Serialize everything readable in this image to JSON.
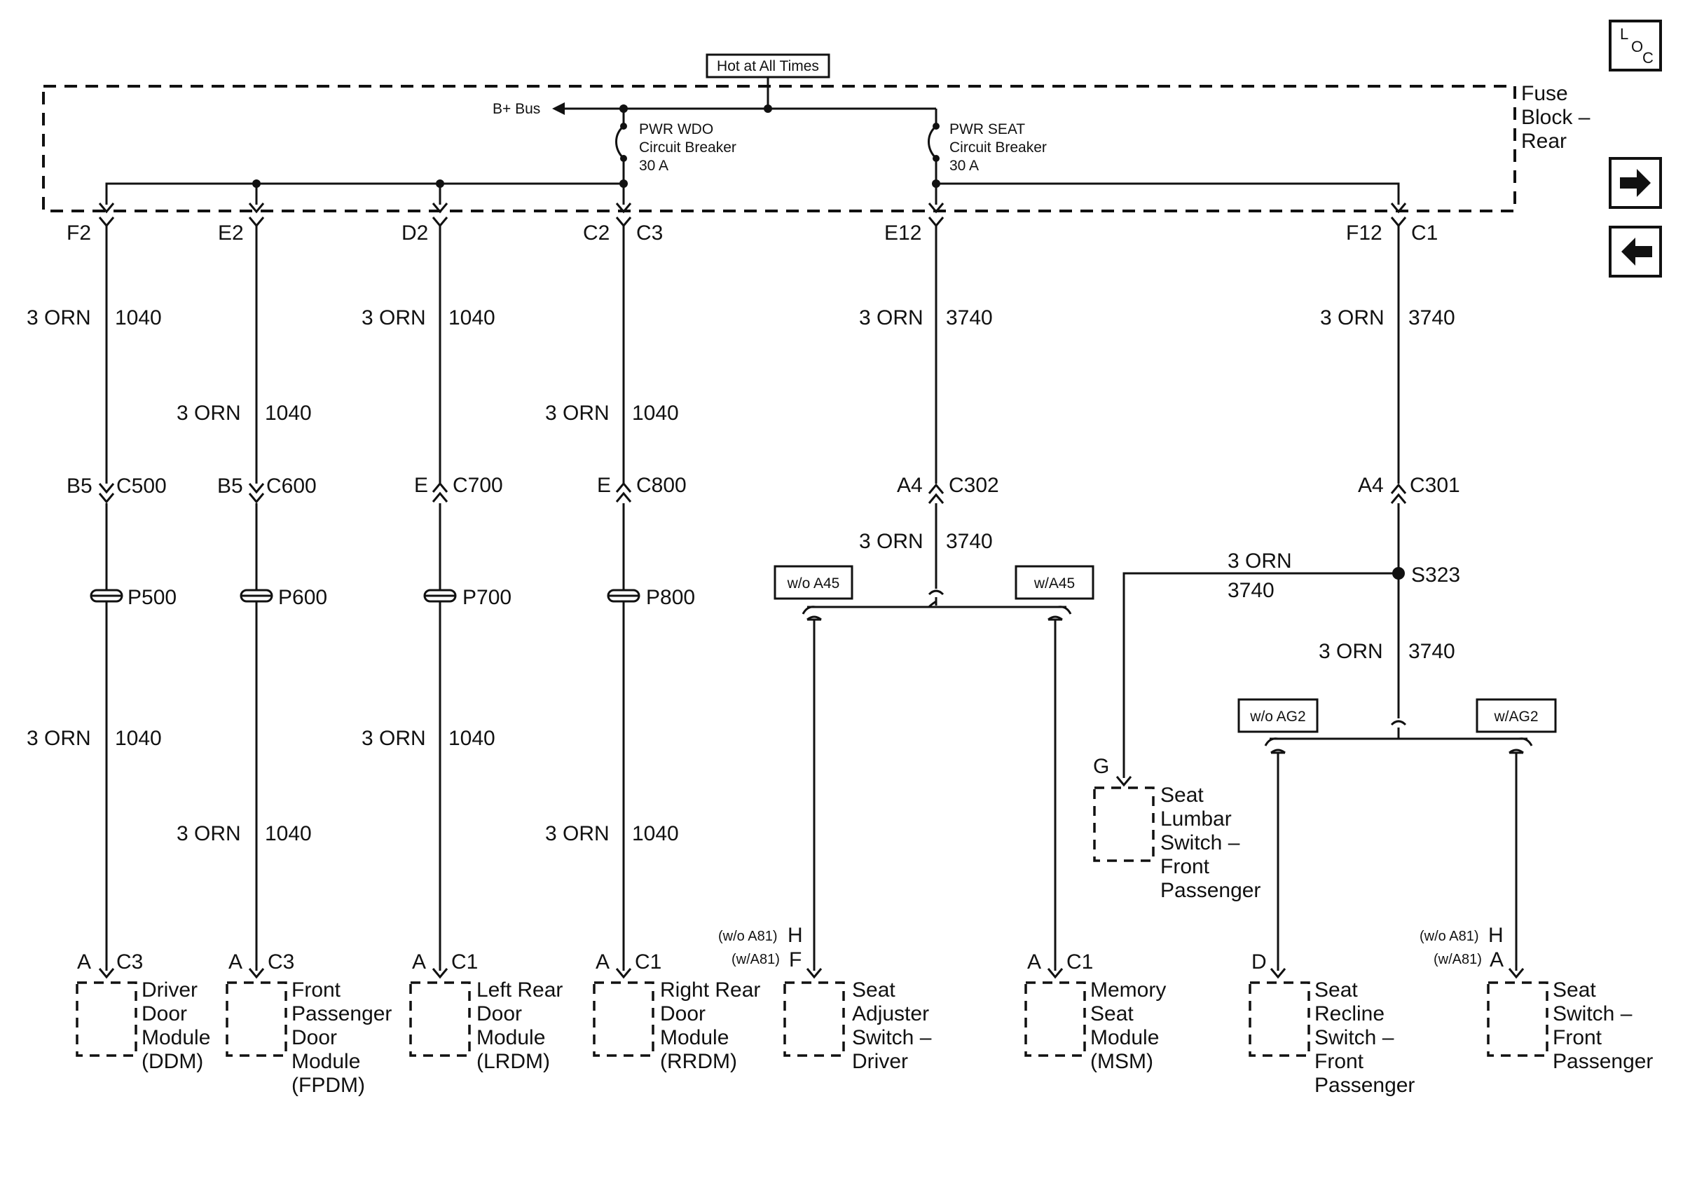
{
  "header": {
    "hot_label": "Hot at All Times",
    "loc_label": "LOC",
    "loc_letters": [
      "L",
      "O",
      "C"
    ]
  },
  "fuse_block": {
    "title_lines": [
      "Fuse",
      "Block –",
      "Rear"
    ]
  },
  "bus": {
    "label": "B+ Bus"
  },
  "breakers": [
    {
      "lines": [
        "PWR WDO",
        "Circuit Breaker",
        "30 A"
      ]
    },
    {
      "lines": [
        "PWR SEAT",
        "Circuit Breaker",
        "30 A"
      ]
    }
  ],
  "terminals": [
    "F2",
    "E2",
    "D2",
    "C2",
    "C3",
    "E12",
    "F12",
    "C1"
  ],
  "wire": {
    "orn": "3 ORN",
    "c1040": "1040",
    "c3740": "3740"
  },
  "inline_connectors": [
    {
      "pin": "B5",
      "conn": "C500"
    },
    {
      "pin": "B5",
      "conn": "C600"
    },
    {
      "pin": "E",
      "conn": "C700"
    },
    {
      "pin": "E",
      "conn": "C800"
    },
    {
      "pin": "A4",
      "conn": "C302"
    },
    {
      "pin": "A4",
      "conn": "C301"
    }
  ],
  "passthroughs": [
    "P500",
    "P600",
    "P700",
    "P800"
  ],
  "splice": "S323",
  "options": [
    "w/o A45",
    "w/A45",
    "w/o AG2",
    "w/AG2"
  ],
  "option_pin_labels": {
    "wo_a81": "(w/o A81)",
    "w_a81": "(w/A81)"
  },
  "components": [
    {
      "pin": "A",
      "conn": "C3",
      "lines": [
        "Driver",
        "Door",
        "Module",
        "(DDM)"
      ]
    },
    {
      "pin": "A",
      "conn": "C3",
      "lines": [
        "Front",
        "Passenger",
        "Door",
        "Module",
        "(FPDM)"
      ]
    },
    {
      "pin": "A",
      "conn": "C1",
      "lines": [
        "Left Rear",
        "Door",
        "Module",
        "(LRDM)"
      ]
    },
    {
      "pin": "A",
      "conn": "C1",
      "lines": [
        "Right Rear",
        "Door",
        "Module",
        "(RRDM)"
      ]
    },
    {
      "pin_wo": "H",
      "pin_w": "F",
      "lines": [
        "Seat",
        "Adjuster",
        "Switch –",
        "Driver"
      ]
    },
    {
      "pin": "A",
      "conn": "C1",
      "lines": [
        "Memory",
        "Seat",
        "Module",
        "(MSM)"
      ]
    },
    {
      "pin": "G",
      "lines": [
        "Seat",
        "Lumbar",
        "Switch –",
        "Front",
        "Passenger"
      ]
    },
    {
      "pin": "D",
      "lines": [
        "Seat",
        "Recline",
        "Switch –",
        "Front",
        "Passenger"
      ]
    },
    {
      "pin_wo": "H",
      "pin_w": "A",
      "lines": [
        "Seat",
        "Switch –",
        "Front",
        "Passenger"
      ]
    }
  ],
  "nav": {
    "next_icon": "right-arrow-icon",
    "prev_icon": "left-arrow-icon"
  }
}
